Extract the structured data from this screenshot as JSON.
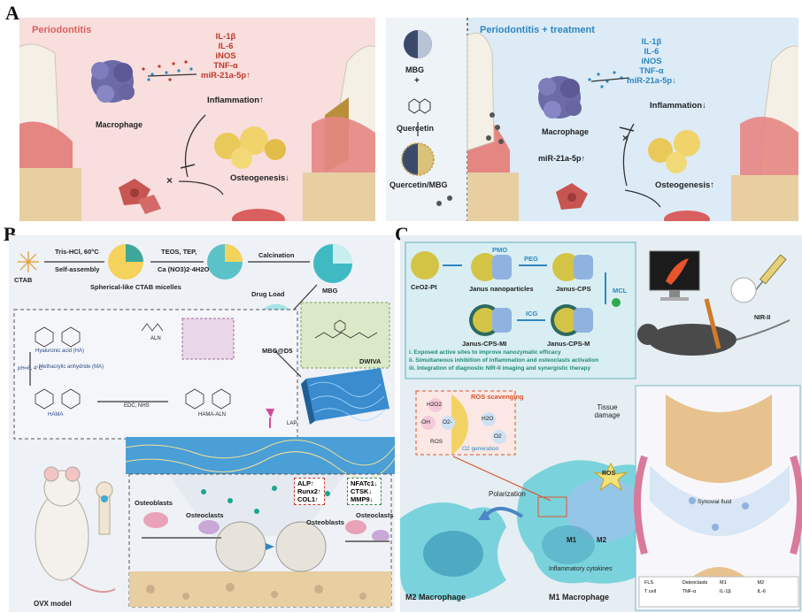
{
  "panels": {
    "a": {
      "letter": "A",
      "left_title": "Periodontitis",
      "right_title": "Periodontitis + treatment",
      "cytokines_up": [
        "IL-1β",
        "IL-6",
        "iNOS",
        "TNF-α",
        "miR-21a-5p↑"
      ],
      "cytokines_down": [
        "IL-1β",
        "IL-6",
        "iNOS",
        "TNF-α",
        "miR-21a-5p↓"
      ],
      "macrophage": "Macrophage",
      "inflammation_up": "Inflammation↑",
      "inflammation_down": "Inflammation↓",
      "osteogenesis_down": "Osteogenesis↓",
      "osteogenesis_up": "Osteogenesis↑",
      "mbg": "MBG",
      "plus": "+",
      "quercetin": "Quercetin",
      "quercetin_mbg": "Quercetin/MBG",
      "mir": "miR-21a-5p↑"
    },
    "b": {
      "letter": "B",
      "ctab": "CTAB",
      "step1a": "Tris-HCl, 60°C",
      "step1b": "Self-assembly",
      "micelles": "Spherical-like CTAB micelles",
      "step2a": "TEOS, TEP,",
      "step2b": "Ca (NO3)2·4H2O",
      "calcination": "Calcination",
      "mbg": "MBG",
      "drug_load": "Drug Load",
      "mbg_d5": "MBG@D5",
      "dwiva": "DWIVA",
      "ha": "Hyaluronic acid (HA)",
      "ma": "Methacrylic anhydride (MA)",
      "cond": "pH=8, 4°C",
      "hama": "HAMA",
      "aln": "ALN",
      "edc": "EDC, NHS",
      "hama_aln": "HAMA-ALN",
      "lap": "LAP",
      "ovx": "OVX model",
      "osteoblasts": "Osteoblasts",
      "osteoclasts": "Osteoclasts",
      "markers_up": [
        "ALP↑",
        "Runx2↑",
        "COL1↑"
      ],
      "markers_down": [
        "NFATc1↓",
        "CTSK↓",
        "MMP9↓"
      ]
    },
    "c": {
      "letter": "C",
      "ceo2": "CeO2-Pt",
      "pmo": "PMO",
      "janus_np": "Janus nanoparticles",
      "peg": "PEG",
      "janus_cps": "Janus-CPS",
      "mcl": "MCL",
      "icg": "ICG",
      "janus_cps_m": "Janus-CPS-M",
      "janus_cps_mi": "Janus-CPS-MI",
      "points": [
        "i.  Exposed active sites to improve nanozymatic efficacy",
        "ii.  Simultaneous inhibition of inflammation and osteoclasts activation",
        "iii.  Integration of diagnostic NIR-II imaging and synergistic therapy"
      ],
      "ros_scavenging": "ROS scavenging",
      "h2o2": "H2O2",
      "oh": "·OH",
      "o2m": "O2-",
      "h2o": "H2O",
      "o2": "O2",
      "ros": "ROS",
      "o2_gen": "O2 generation",
      "tissue_damage": "Tissue damage",
      "ros_burst": "ROS",
      "polarization": "Polarization",
      "m1": "M1",
      "m2": "M2",
      "inflam_cyto": "Inflammatory cytokines",
      "m2_mac": "M2 Macrophage",
      "m1_mac": "M1 Macrophage",
      "nir": "NIR-II",
      "synovial": "Synovial fluid",
      "legend": [
        "FLS",
        "Osteoclasts",
        "M1",
        "M2",
        "T cell",
        "TNF-α",
        "IL-1β",
        "IL-6"
      ]
    }
  },
  "colors": {
    "pink_bg": "#f8dedd",
    "blue_bg": "#dcebf6",
    "macrophage": "#6d6aa8",
    "osteoblast": "#e9c95a",
    "cyto_red": "#c0392b",
    "cyto_blue": "#2e86c1",
    "gum": "#d9605f",
    "bone": "#e7cfa2"
  }
}
